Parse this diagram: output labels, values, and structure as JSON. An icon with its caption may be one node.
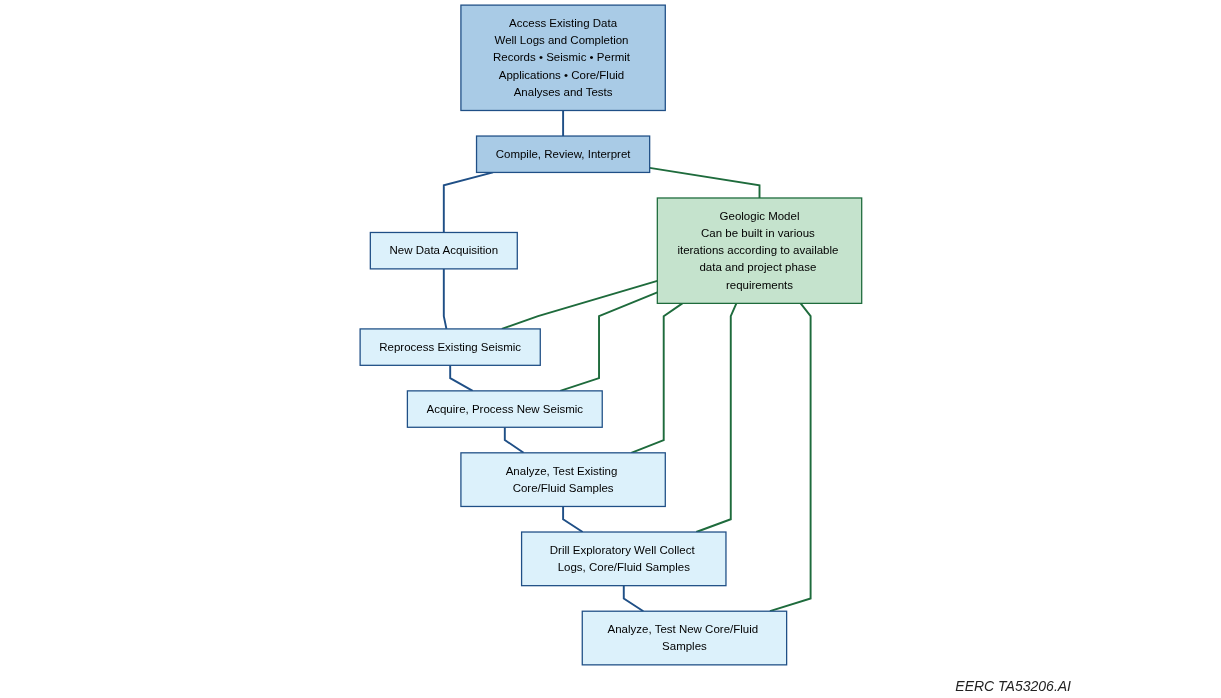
{
  "diagram": {
    "nodes": [
      {
        "text": [
          "Access Existing Data",
          "Well Logs and Completion Records • Seismic • Permit Applications • Core/Fluid Analyses and Tests"
        ]
      },
      {
        "text": [
          "Compile, Review, Interpret"
        ]
      },
      {
        "text": [
          "New Data Acquisition"
        ]
      },
      {
        "text": [
          "Geologic Model",
          "Can be built in various iterations according to available data and project phase requirements"
        ]
      },
      {
        "text": [
          "Reprocess Existing Seismic"
        ]
      },
      {
        "text": [
          "Acquire, Process New Seismic"
        ]
      },
      {
        "text": [
          "Analyze, Test Existing Core/Fluid Samples"
        ]
      },
      {
        "text": [
          "Drill Exploratory Well Collect Logs, Core/Fluid Samples"
        ]
      },
      {
        "text": [
          "Analyze, Test New Core/Fluid Samples"
        ]
      }
    ],
    "edges": [
      {
        "from": 0,
        "to": 1,
        "arrow": "none"
      },
      {
        "from": 1,
        "to": 2,
        "arrow": "none"
      },
      {
        "from": 1,
        "to": 3,
        "arrow": "none",
        "color": "#1e6b3c"
      },
      {
        "from": 2,
        "to": 4,
        "arrow": "none"
      },
      {
        "from": 4,
        "to": 5,
        "arrow": "none"
      },
      {
        "from": 5,
        "to": 6,
        "arrow": "none"
      },
      {
        "from": 6,
        "to": 7,
        "arrow": "none"
      },
      {
        "from": 7,
        "to": 8,
        "arrow": "none"
      },
      {
        "from": 3,
        "to": 4,
        "arrow": "none",
        "color": "#1e6b3c"
      },
      {
        "from": 3,
        "to": 5,
        "arrow": "none",
        "color": "#1e6b3c"
      },
      {
        "from": 3,
        "to": 6,
        "arrow": "none",
        "color": "#1e6b3c"
      },
      {
        "from": 3,
        "to": 7,
        "arrow": "none",
        "color": "#1e6b3c"
      },
      {
        "from": 3,
        "to": 8,
        "arrow": "none",
        "color": "#1e6b3c"
      }
    ],
    "labels": [
      "EERC TA53206.AI"
    ]
  }
}
